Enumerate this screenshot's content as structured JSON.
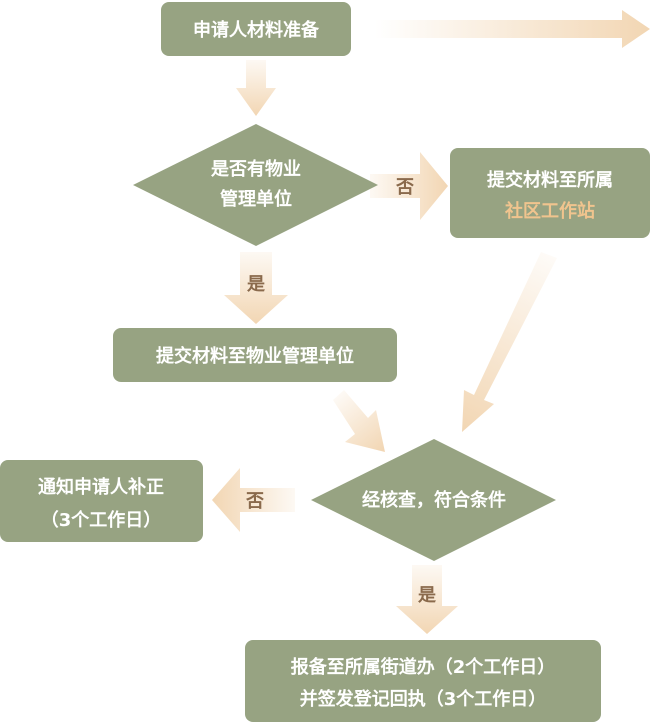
{
  "colors": {
    "node_fill": "#97a382",
    "arrow": "#f2d6b3",
    "text": "#ffffff",
    "accent_text": "#f0c48e",
    "edge_label": "#8a6a4c"
  },
  "nodes": {
    "start": {
      "label": "申请人材料准备"
    },
    "decision_property": {
      "line1": "是否有物业",
      "line2": "管理单位"
    },
    "submit_community": {
      "line1": "提交材料至所属",
      "line2": "社区工作站"
    },
    "submit_property": {
      "label": "提交材料至物业管理单位"
    },
    "decision_review": {
      "label": "经核查，符合条件"
    },
    "notify_correction": {
      "line1": "通知申请人补正",
      "line2": "（3个工作日）"
    },
    "final": {
      "line1": "报备至所属街道办（2个工作日）",
      "line2": "并签发登记回执（3个工作日）"
    }
  },
  "edges": {
    "property_no": "否",
    "property_yes": "是",
    "review_no": "否",
    "review_yes": "是"
  }
}
